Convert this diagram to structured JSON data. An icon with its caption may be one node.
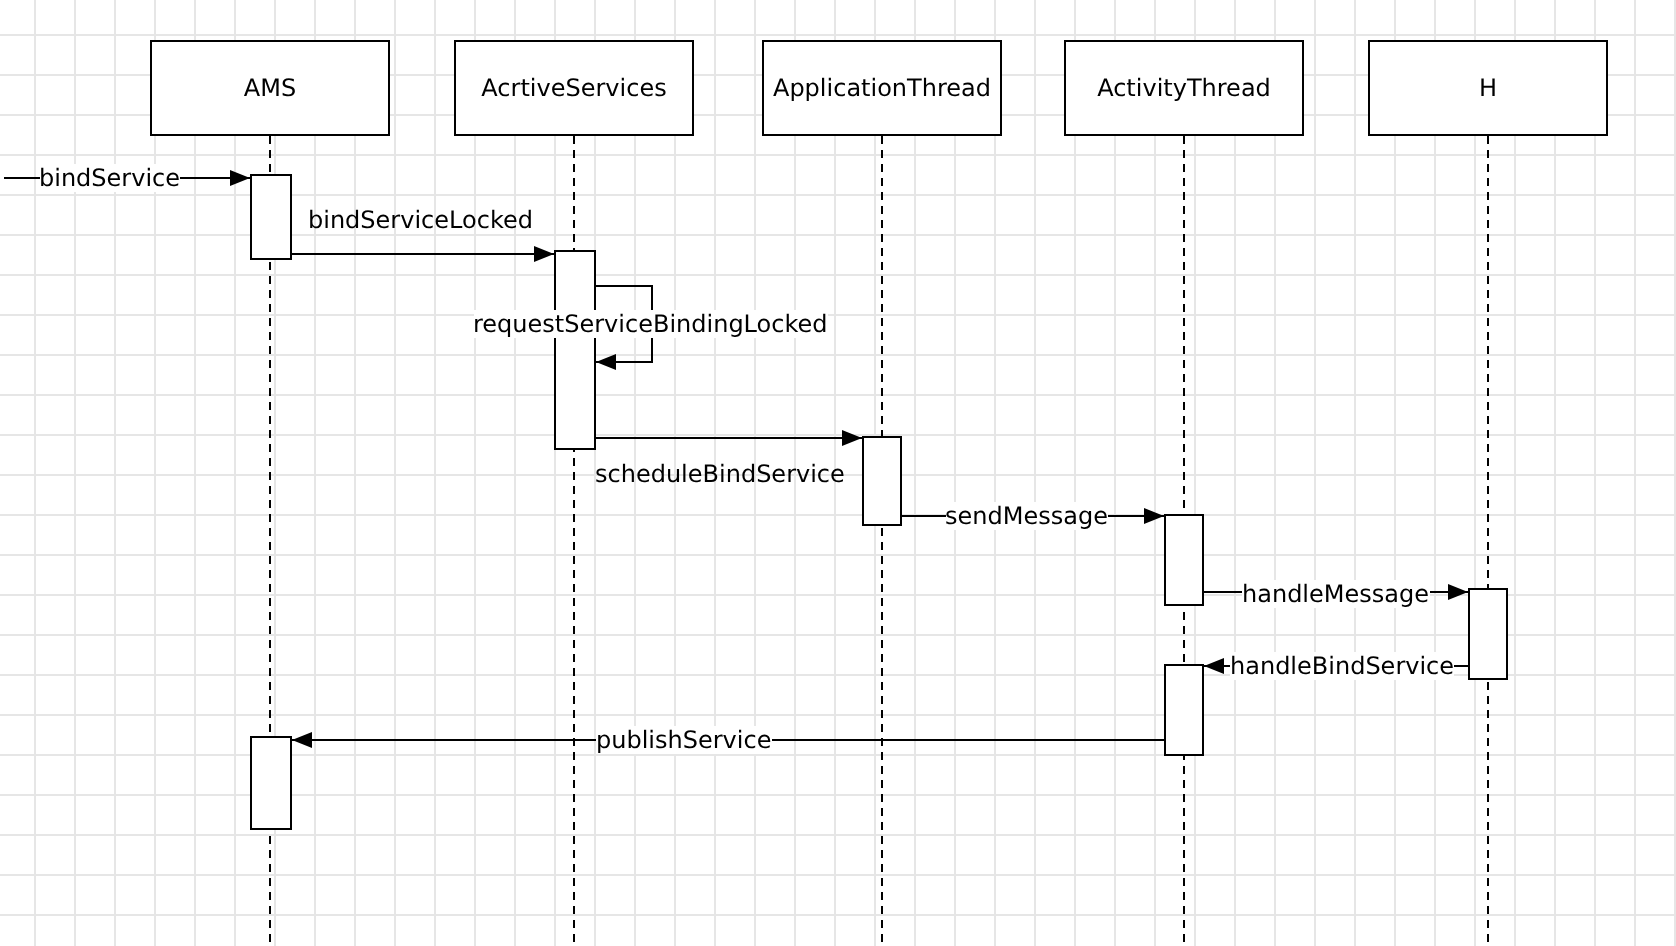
{
  "diagram": {
    "nodes": [
      {
        "text": [
          "AMS"
        ]
      },
      {
        "text": [
          "AcrtiveServices"
        ]
      },
      {
        "text": [
          "ApplicationThread"
        ]
      },
      {
        "text": [
          "ActivityThread"
        ]
      },
      {
        "text": [
          "H"
        ]
      },
      {
        "text": [],
        "shape": "bar"
      },
      {
        "text": [],
        "shape": "bar"
      },
      {
        "text": [],
        "shape": "bar"
      },
      {
        "text": [],
        "shape": "bar"
      },
      {
        "text": [],
        "shape": "bar"
      },
      {
        "text": [],
        "shape": "bar"
      },
      {
        "text": [],
        "shape": "bar"
      }
    ],
    "edges": [
      {
        "from": null,
        "to": 5,
        "arrow": "to",
        "label": "bindService"
      },
      {
        "from": 5,
        "to": 6,
        "arrow": "to",
        "label": "bindServiceLocked"
      },
      {
        "from": 6,
        "to": 6,
        "arrow": "to",
        "label": "requestServiceBindingLocked"
      },
      {
        "from": 6,
        "to": 7,
        "arrow": "to",
        "label": "scheduleBindService"
      },
      {
        "from": 7,
        "to": 8,
        "arrow": "to",
        "label": "sendMessage"
      },
      {
        "from": 8,
        "to": 9,
        "arrow": "to",
        "label": "handleMessage"
      },
      {
        "from": 9,
        "to": 10,
        "arrow": "to",
        "label": "handleBindService"
      },
      {
        "from": 10,
        "to": 11,
        "arrow": "to",
        "label": "publishService"
      }
    ]
  }
}
